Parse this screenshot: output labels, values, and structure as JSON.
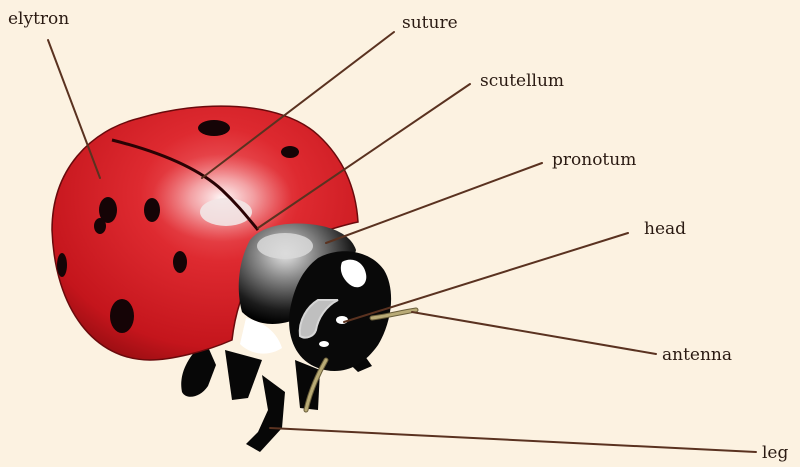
{
  "labels": {
    "elytron": "elytron",
    "suture": "suture",
    "scutellum": "scutellum",
    "pronotum": "pronotum",
    "head": "head",
    "antenna": "antenna",
    "leg": "leg"
  },
  "colors": {
    "background": "#fcf2e1",
    "elytra_red": "#d41e26",
    "body_black": "#0a0a0a",
    "leader_line": "#5a3220",
    "label_text": "#2a1a12"
  }
}
